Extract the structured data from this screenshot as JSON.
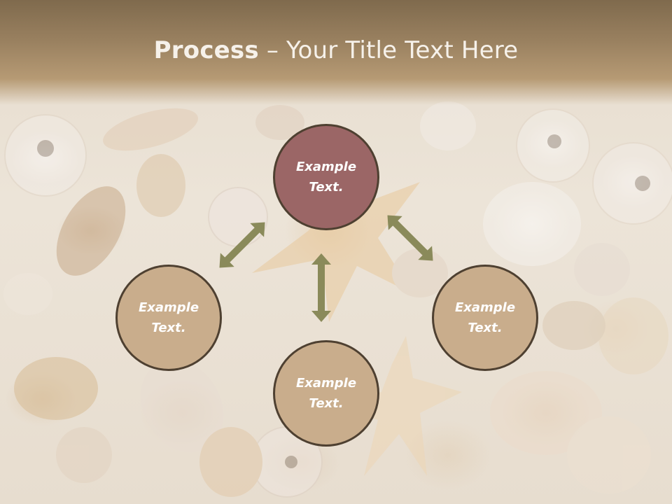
{
  "header": {
    "title_bold": "Process",
    "title_dash": " – ",
    "title_rest": "Your Title Text Here"
  },
  "nodes": {
    "top": {
      "line1": "Example",
      "line2": "Text."
    },
    "left": {
      "line1": "Example",
      "line2": "Text."
    },
    "right": {
      "line1": "Example",
      "line2": "Text."
    },
    "bottom": {
      "line1": "Example",
      "line2": "Text."
    }
  },
  "colors": {
    "header": "#9a8160",
    "node_primary": "#9b6666",
    "node_secondary": "#c9ad8c",
    "node_border": "#4e4031",
    "arrow": "#8a8a5a"
  }
}
